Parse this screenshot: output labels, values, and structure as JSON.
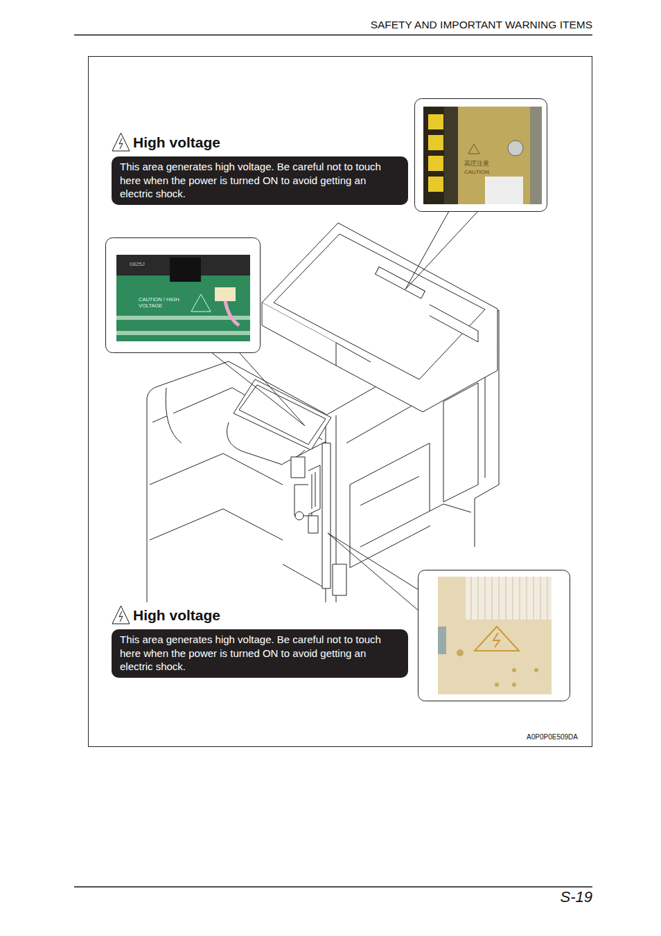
{
  "diagram": {
    "title": "SAFETY AND IMPORTANT WARNING ITEMS",
    "nodes": [
      {
        "text": [
          "High voltage",
          "This area generates high voltage. Be careful not to touch here when the power is turned ON to avoid getting an electric shock."
        ]
      },
      {
        "text": [
          "High voltage",
          "This area generates high voltage. Be careful not to touch here when the power is turned ON to avoid getting an electric shock."
        ]
      }
    ],
    "labels": [
      "S-19",
      "A0P0P0E509DA",
      "0825J",
      "CAUTION ! HIGH VOLTAGE",
      "高圧注意",
      "CAUTION"
    ]
  }
}
